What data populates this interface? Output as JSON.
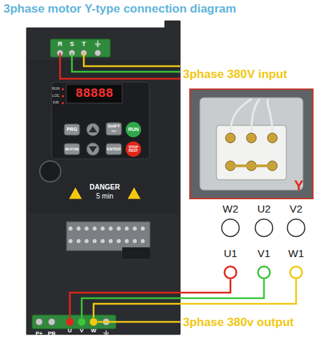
{
  "diagram": {
    "title": "3phase motor Y-type connection diagram",
    "nodes": [
      {
        "text": [
          "W2"
        ]
      },
      {
        "text": [
          "U2"
        ]
      },
      {
        "text": [
          "V2"
        ]
      },
      {
        "text": [
          "U1"
        ]
      },
      {
        "text": [
          "V1"
        ]
      },
      {
        "text": [
          "W1"
        ]
      },
      {
        "text": [
          "U"
        ]
      },
      {
        "text": [
          "V"
        ]
      },
      {
        "text": [
          "W"
        ]
      }
    ],
    "edges": [
      {
        "from": 6,
        "to": 3,
        "arrow": "none"
      },
      {
        "from": 7,
        "to": 4,
        "arrow": "none"
      },
      {
        "from": 8,
        "to": 5,
        "arrow": "none"
      }
    ],
    "labels": [
      "R",
      "S",
      "T",
      "3phase 380V input",
      "RUN",
      "LOC",
      "F/R",
      "88888",
      "PRG",
      "SHIFT >>",
      "RUN",
      "M-FUN",
      "ENTER",
      "STOP REST",
      "DANGER",
      "5 min",
      "Y",
      "P+",
      "PB",
      "3phase 380v output"
    ]
  }
}
